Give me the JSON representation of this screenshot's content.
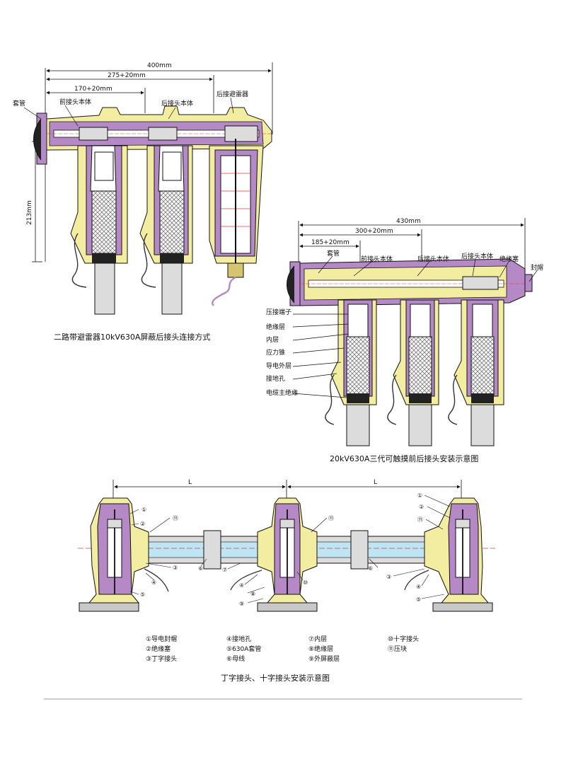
{
  "colors": {
    "insulation": "#f3eda2",
    "shield": "#b489c6",
    "cable": "#dcdcdc",
    "dark": "#222222",
    "line": "#1a1a1a",
    "center": "#e03a3a",
    "pale": "#bfe5f4"
  },
  "diagram1": {
    "dims": {
      "total": "400mm",
      "mid": "275+20mm",
      "short": "170+20mm",
      "height": "213mm"
    },
    "labels": {
      "bushing": "套管",
      "front": "前接头本体",
      "rear": "后接头本体",
      "arrester": "后接避雷器"
    },
    "caption": "二路带避雷器10kV630A屏蔽后接头连接方式"
  },
  "diagram2": {
    "dims": {
      "total": "430mm",
      "mid": "300+20mm",
      "short": "185+20mm"
    },
    "labels": {
      "bushing": "套管",
      "front": "前接头本体",
      "rear1": "后接头本体",
      "rear2": "后接头本体",
      "plug": "绝缘塞",
      "cap": "封帽",
      "lug": "压接端子",
      "insulation": "绝缘层",
      "inner": "内层",
      "cone": "应力锥",
      "outer": "导电外层",
      "ground": "接地孔",
      "main": "电缆主绝缘"
    },
    "caption": "20kV630A三代可触摸前后接头安装示意图"
  },
  "diagram3": {
    "dim": "L",
    "markers": [
      "①",
      "②",
      "③",
      "④",
      "⑤",
      "⑥",
      "⑦",
      "⑧",
      "⑨",
      "⑩",
      "⑪"
    ],
    "legend": [
      "①导电封帽",
      "②绝缘塞",
      "③丁字接头",
      "④接地孔",
      "⑤630A套管",
      "⑥母线",
      "⑦内层",
      "⑧绝缘层",
      "⑨外屏蔽层",
      "⑩十字接头",
      "⑪压块"
    ],
    "caption": "丁字接头、十字接头安装示意图"
  }
}
